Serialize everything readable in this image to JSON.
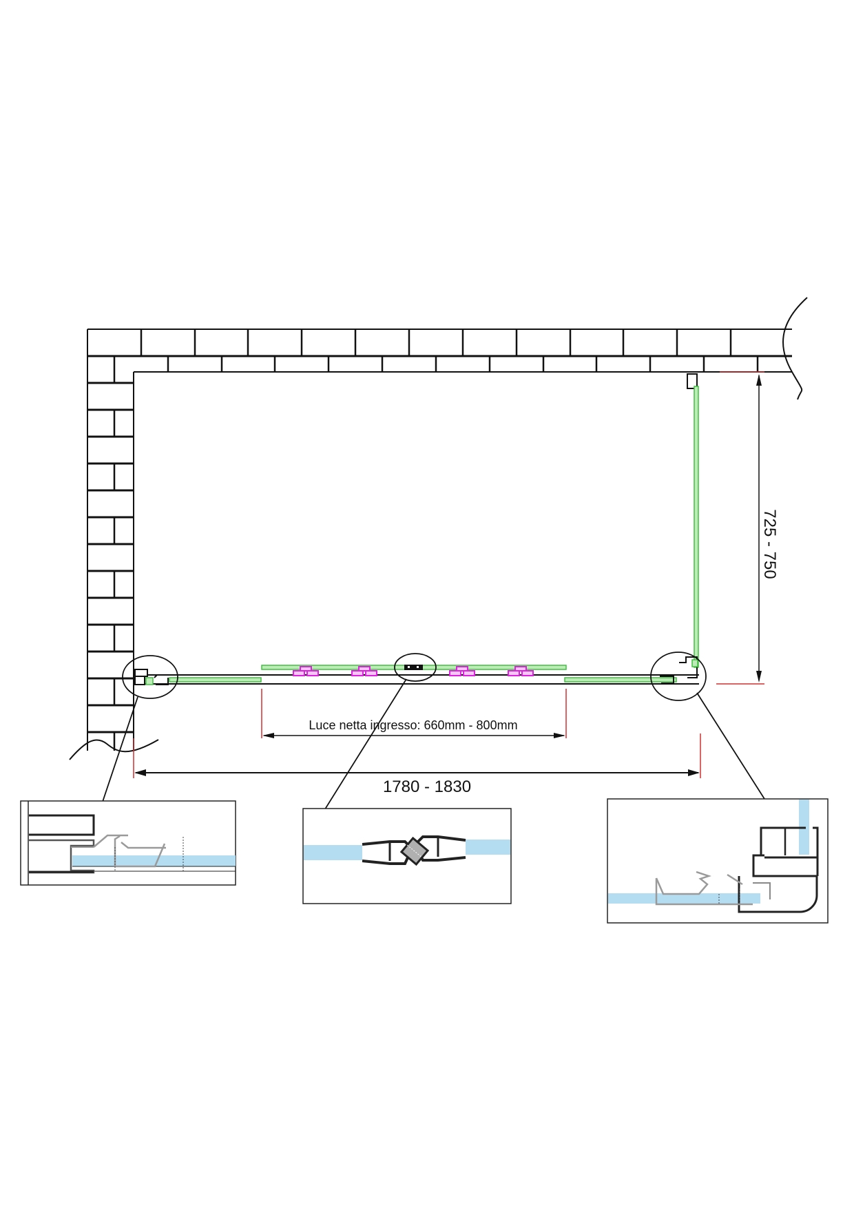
{
  "diagram": {
    "type": "shower enclosure plan view",
    "dimensions": {
      "depth_label": "725 - 750",
      "width_label": "1780 - 1830",
      "entrance_label": "Luce netta ingresso: 660mm - 800mm"
    },
    "details": [
      {
        "id": "left-wall-profile",
        "description": "left wall profile with sliding glass detail"
      },
      {
        "id": "magnetic-seal",
        "description": "central magnetic door seal detail"
      },
      {
        "id": "corner-profile",
        "description": "right corner profile joining front and side glass"
      }
    ],
    "colors": {
      "wall_line": "#111111",
      "glass_outline": "#3ec23e",
      "glass_fill": "#bfe9b8",
      "roller": "#e020e0",
      "dimension_marker": "#d03030",
      "detail_glass": "#b5ddf2",
      "detail_profile": "#9a9a9a",
      "detail_seal_core": "#b0b0b0"
    }
  }
}
